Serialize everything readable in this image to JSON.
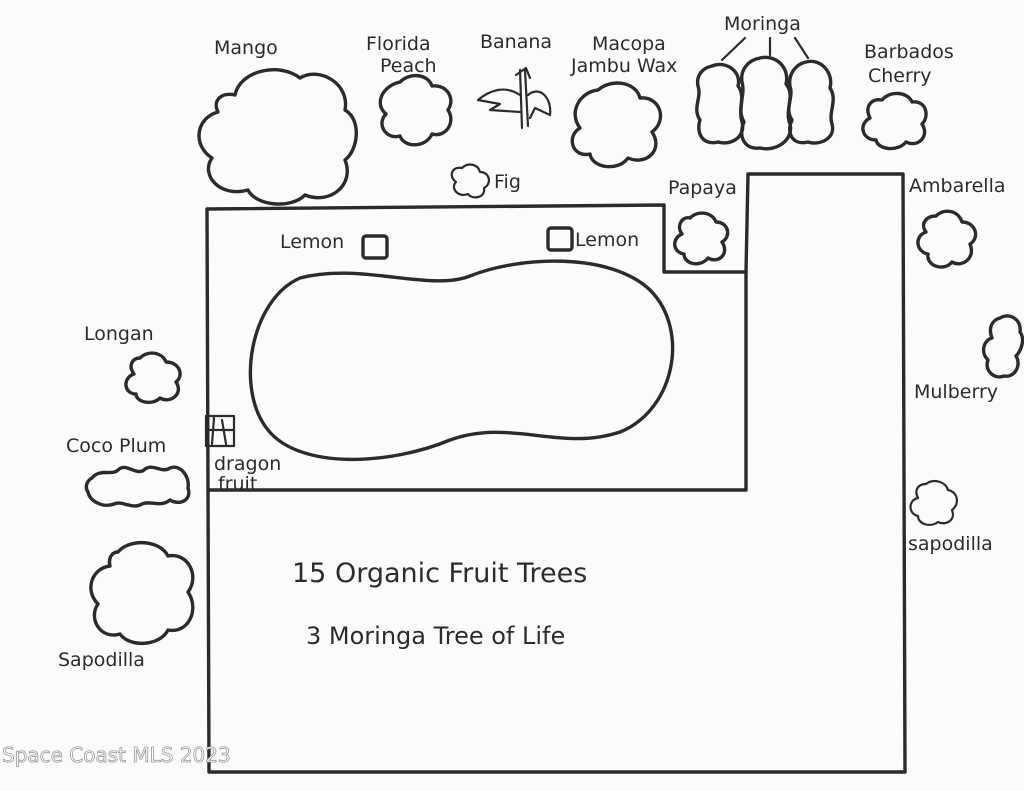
{
  "labels": {
    "mango": "Mango",
    "florida_peach_1": "Florida",
    "florida_peach_2": "Peach",
    "banana": "Banana",
    "macopa_1": "Macopa",
    "macopa_2": "Jambu Wax",
    "moringa": "Moringa",
    "barbados_1": "Barbados",
    "barbados_2": "Cherry",
    "fig": "Fig",
    "papaya": "Papaya",
    "ambarella": "Ambarella",
    "lemon_left": "Lemon",
    "lemon_right": "Lemon",
    "longan": "Longan",
    "mulberry": "Mulberry",
    "coco_plum": "Coco  Plum",
    "dragon_1": "dragon",
    "dragon_2": "fruit",
    "sapodilla_right": "sapodilla",
    "sapodilla_left": "Sapodilla"
  },
  "notes": {
    "line1": "15 Organic Fruit Trees",
    "line2": "3 Moringa Tree of Life"
  },
  "watermark": "Space Coast MLS 2023",
  "colors": {
    "ink": "#2b2b2b",
    "paper": "#fbfbfa"
  }
}
